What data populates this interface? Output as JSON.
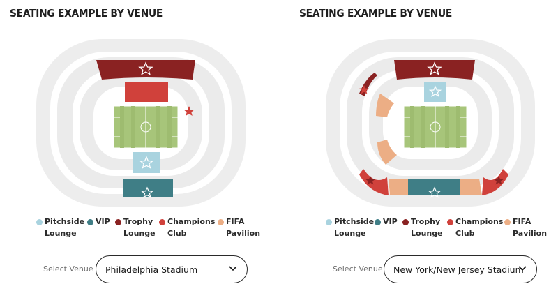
{
  "panels": [
    {
      "title": "SEATING EXAMPLE BY VENUE",
      "legend": [
        {
          "line1": "Pitchside",
          "line2": "Lounge",
          "color": "#a9d3df"
        },
        {
          "line1": "VIP",
          "line2": "",
          "color": "#3f7e86"
        },
        {
          "line1": "Trophy",
          "line2": "Lounge",
          "color": "#8a2222"
        },
        {
          "line1": "Champions",
          "line2": "Club",
          "color": "#d0413b"
        },
        {
          "line1": "FIFA",
          "line2": "Pavilion",
          "color": "#ecae85"
        }
      ],
      "venue_label": "Select Venue",
      "venue_value": "Philadelphia Stadium"
    },
    {
      "title": "SEATING EXAMPLE BY VENUE",
      "legend": [
        {
          "line1": "Pitchside",
          "line2": "Lounge",
          "color": "#a9d3df"
        },
        {
          "line1": "VIP",
          "line2": "",
          "color": "#3f7e86"
        },
        {
          "line1": "Trophy",
          "line2": "Lounge",
          "color": "#8a2222"
        },
        {
          "line1": "Champions",
          "line2": "Club",
          "color": "#d0413b"
        },
        {
          "line1": "FIFA",
          "line2": "Pavilion",
          "color": "#ecae85"
        }
      ],
      "venue_label": "Select Venue",
      "venue_value": "New York/New Jersey Stadium"
    }
  ],
  "colors": {
    "trophy": "#8a2222",
    "champions": "#d0413b",
    "pitchside": "#a9d3df",
    "vip": "#3f7e86",
    "pavilion": "#ecae85",
    "pitch": "#a7c57a",
    "ring": "#ebebeb"
  },
  "icons": [
    "star-icon",
    "chevron-down-icon"
  ]
}
